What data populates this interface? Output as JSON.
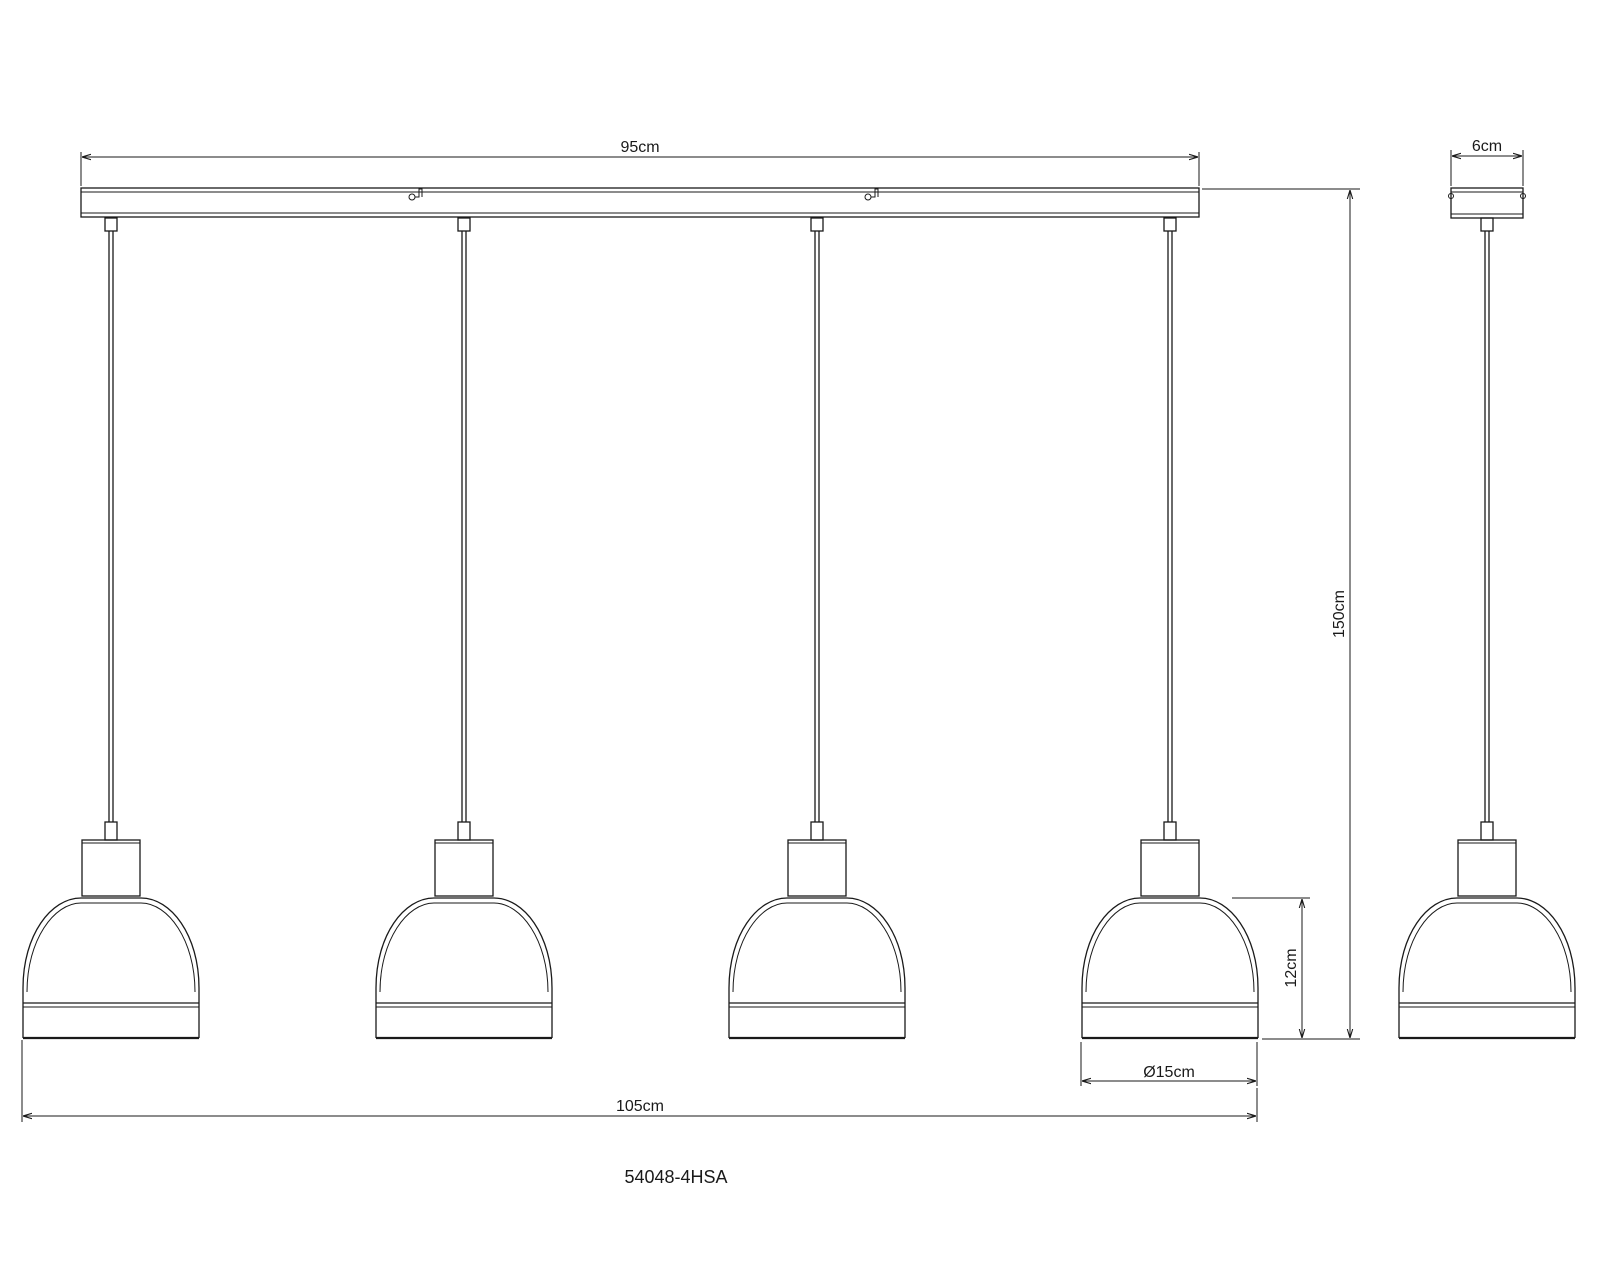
{
  "dimensions": {
    "canopy_width": "95cm",
    "canopy_depth": "6cm",
    "total_height": "150cm",
    "shade_height": "12cm",
    "shade_diameter": "Ø15cm",
    "total_width": "105cm"
  },
  "model_number": "54048-4HSA",
  "line_color": "#1a1a1a"
}
